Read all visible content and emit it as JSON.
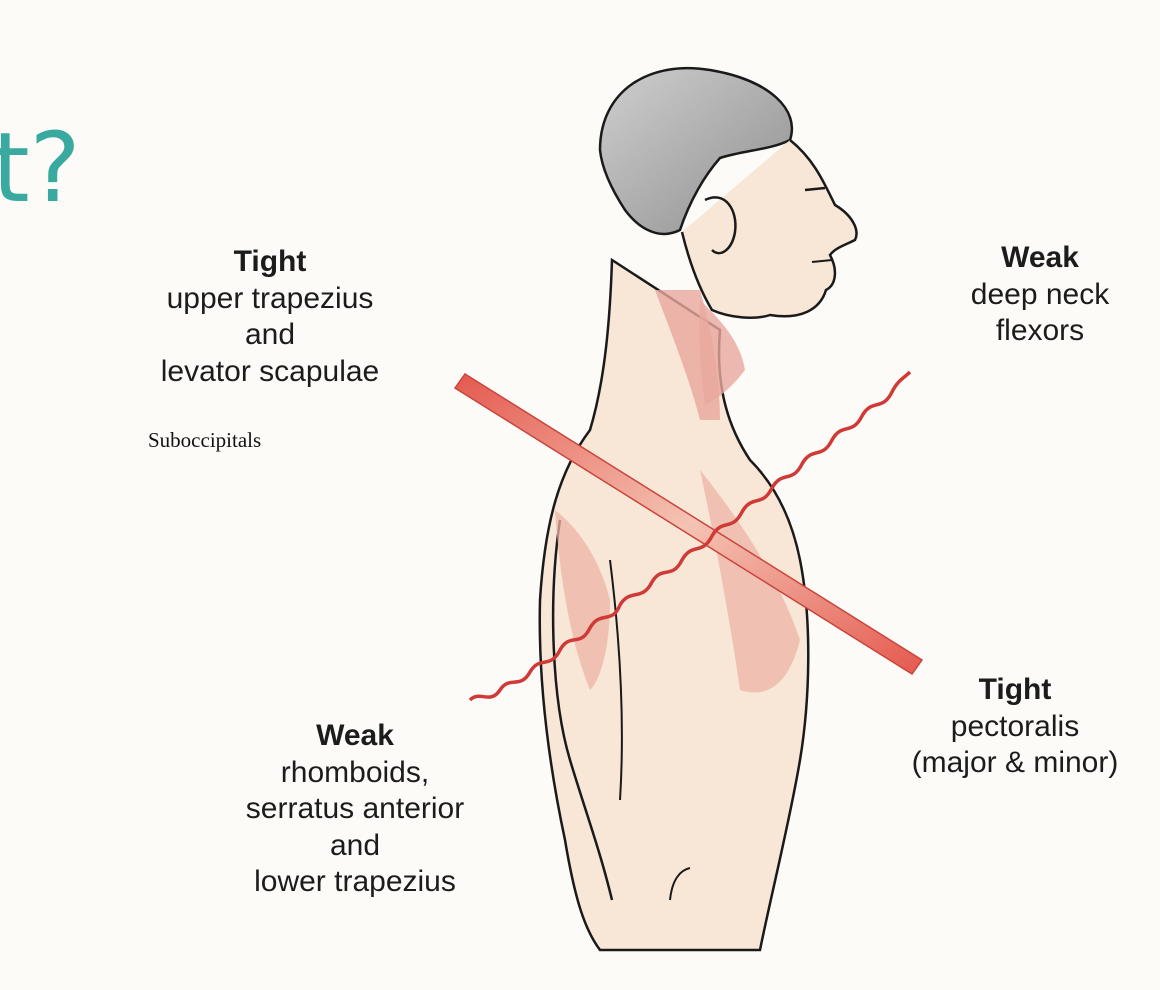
{
  "slide": {
    "title_fragment": "t?"
  },
  "labels": {
    "upper_left": {
      "heading": "Tight",
      "line1": "upper trapezius",
      "line2": "and",
      "line3": "levator scapulae",
      "note": "Suboccipitals"
    },
    "upper_right": {
      "heading": "Weak",
      "line1": "deep neck",
      "line2": "flexors"
    },
    "lower_left": {
      "heading": "Weak",
      "line1": "rhomboids,",
      "line2": "serratus anterior",
      "line3": "and",
      "line4": "lower trapezius"
    },
    "lower_right": {
      "heading": "Tight",
      "line1": "pectoralis",
      "line2": "(major & minor)"
    }
  },
  "colors": {
    "title": "#3aa99f",
    "tight_bar": "#e0625a",
    "weak_wave": "#d03a36",
    "skin": "#f8e3d2",
    "hair": "#a9a9a9",
    "muscle": "#e9a79d"
  }
}
